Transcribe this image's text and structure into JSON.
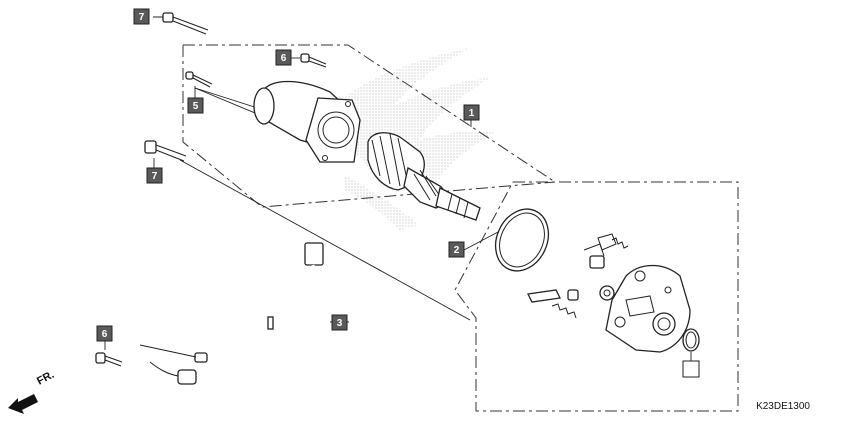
{
  "diagram": {
    "code": "K23DE1300",
    "front_label": "FR.",
    "callouts": [
      "7",
      "6",
      "5",
      "7",
      "1",
      "2",
      "3",
      "6"
    ],
    "empty_callout": ""
  }
}
